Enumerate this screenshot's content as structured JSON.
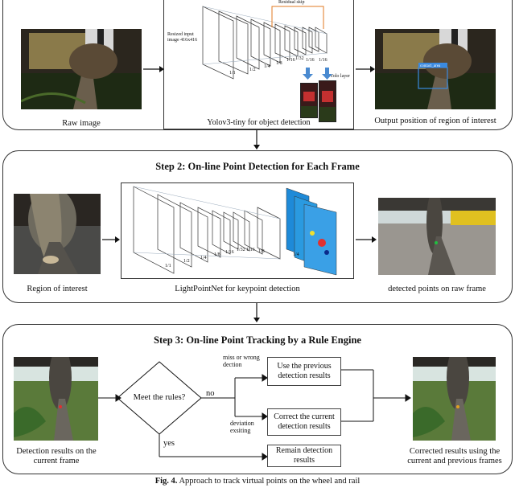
{
  "step1": {
    "raw_image_label": "Raw image",
    "input_label": "Resized input image 416x416",
    "residual_label": "Residual skip",
    "yolo_layer_label": "Yolo layer",
    "yolo_caption": "Yolov3-tiny for object detection",
    "output_label": "Output position of region of interest",
    "roi_box_label": "contact_area",
    "scales": [
      "1/1",
      "1/2",
      "1/4",
      "1/8",
      "1/16",
      "1/32"
    ],
    "skip_scales": [
      "1/16",
      "1/16"
    ]
  },
  "step2": {
    "title": "Step 2: On-line Point Detection for Each Frame",
    "roi_label": "Region of interest",
    "net_caption": "LightPointNet for keypoint detection",
    "detected_label": "detected points on raw frame",
    "scales": [
      "1/1",
      "1/2",
      "1/4",
      "1/8",
      "1/16",
      "1/32",
      "1/16",
      "1/8",
      "1/4"
    ]
  },
  "step3": {
    "title": "Step 3: On-line Point Tracking by a Rule Engine",
    "current_label": "Detection results on the current frame",
    "decision": "Meet the rules?",
    "no_label": "no",
    "yes_label": "yes",
    "miss_label": "miss or wrong dection",
    "deviation_label": "deviation exsiting",
    "use_previous": "Use the previous detection results",
    "correct_current": "Correct the current detection results",
    "remain": "Remain detection results",
    "corrected_label": "Corrected results using the current and previous frames"
  },
  "caption": {
    "fig": "Fig. 4.",
    "text": "Approach to track virtual points on the wheel and rail"
  }
}
